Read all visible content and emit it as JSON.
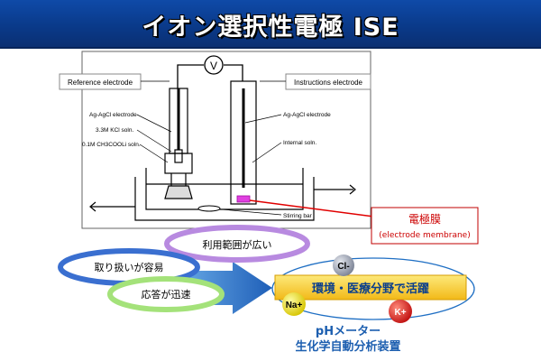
{
  "title": "イオン選択性電極  ISE",
  "apparatus": {
    "voltmeter": "V",
    "reference_label": "Reference electrode",
    "instruction_label": "Instructions electrode",
    "left_labels": [
      "Ag-AgCl electrode",
      "3.3M KCl soln.",
      "0.1M CH3COOLi soln."
    ],
    "right_labels": [
      "Ag-AgCl electrode",
      "Internal soln."
    ],
    "stirring_bar": "Stirring bar"
  },
  "membrane": {
    "label_jp": "電極膜",
    "label_en": "(electrode membrane)",
    "highlight_color": "#e040e0"
  },
  "advantages": [
    "利用範囲が広い",
    "取り扱いが容易",
    "応答が迅速"
  ],
  "application": {
    "banner": "環境・医療分野で活躍",
    "ions": [
      "Cl-",
      "Na+",
      "K+"
    ],
    "sub1": "pHメーター",
    "sub2": "生化学自動分析装置"
  },
  "colors": {
    "title_band": "#0a3a8a",
    "arrow": "#1f6fc4",
    "banner": "#f4c430",
    "ion_cl": "#9aa0b0",
    "ion_na": "#f2e400",
    "ion_k": "#e02020",
    "sub_text": "#1d5fb0",
    "membrane_text": "#cc0000"
  }
}
